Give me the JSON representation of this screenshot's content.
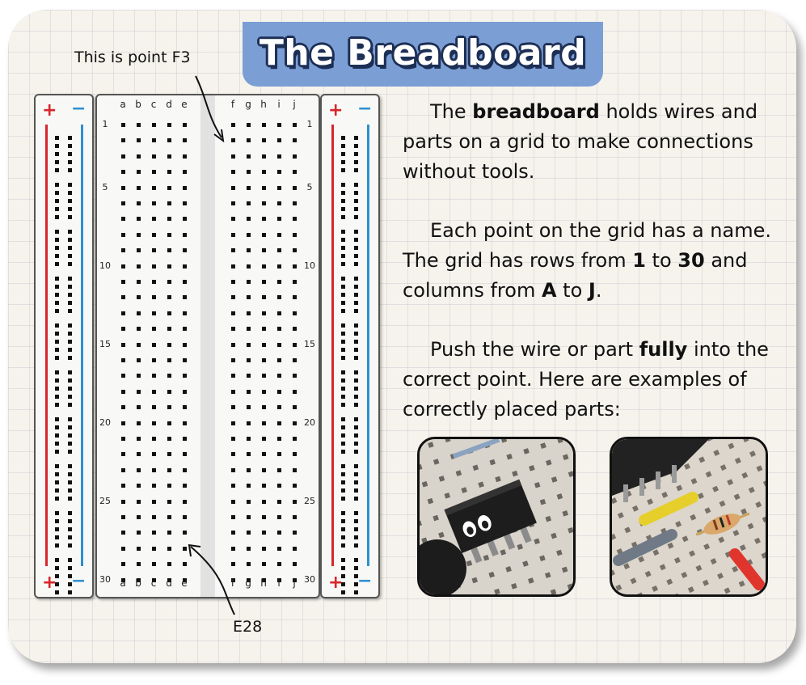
{
  "title": "The Breadboard",
  "labels": {
    "point_f3": "This is point F3",
    "point_e28": "E28"
  },
  "rails": {
    "plus": "+",
    "minus": "−"
  },
  "columns_left": [
    "a",
    "b",
    "c",
    "d",
    "e"
  ],
  "columns_right": [
    "f",
    "g",
    "h",
    "i",
    "j"
  ],
  "row_numbers": [
    "1",
    "5",
    "10",
    "15",
    "20",
    "25",
    "30"
  ],
  "paragraphs": {
    "p1": {
      "a": "The ",
      "b": "breadboard",
      "c": " holds wires and parts on a grid to make connections without tools."
    },
    "p2": {
      "a": "Each point on the grid has a name. The grid has rows from ",
      "b": "1",
      "c": " to ",
      "d": "30",
      "e": " and columns from ",
      "f": "A",
      "g": " to ",
      "h": "J",
      "i": "."
    },
    "p3": {
      "a": "Push the wire or part ",
      "b": "fully",
      "c": " into the correct point. Here are examples of correctly placed parts:"
    }
  },
  "colors": {
    "banner": "#7b9ed4",
    "positive_rail": "#d8262b",
    "negative_rail": "#2e8fd0"
  }
}
